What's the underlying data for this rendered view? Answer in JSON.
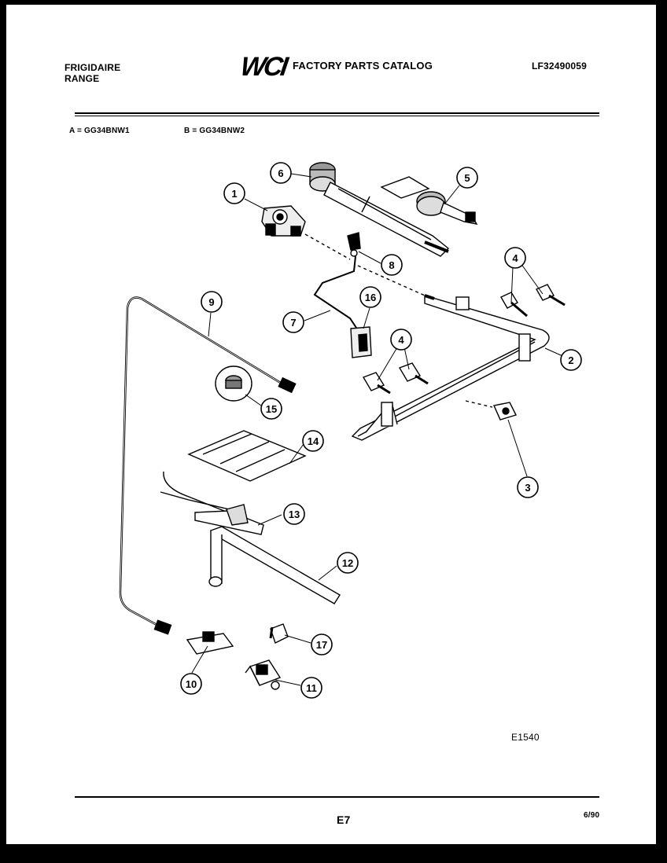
{
  "header": {
    "brand": "FRIGIDAIRE",
    "product": "RANGE",
    "logo": "WCI",
    "catalog": "FACTORY PARTS CATALOG",
    "catalog_number": "LF32490059"
  },
  "models": {
    "a": "A = GG34BNW1",
    "b": "B = GG34BNW2"
  },
  "callouts": [
    "1",
    "2",
    "3",
    "4",
    "4",
    "5",
    "6",
    "7",
    "8",
    "9",
    "10",
    "11",
    "12",
    "13",
    "14",
    "15",
    "16",
    "17"
  ],
  "figure_id": "E1540",
  "footer": {
    "page": "E7",
    "date": "6/90"
  }
}
